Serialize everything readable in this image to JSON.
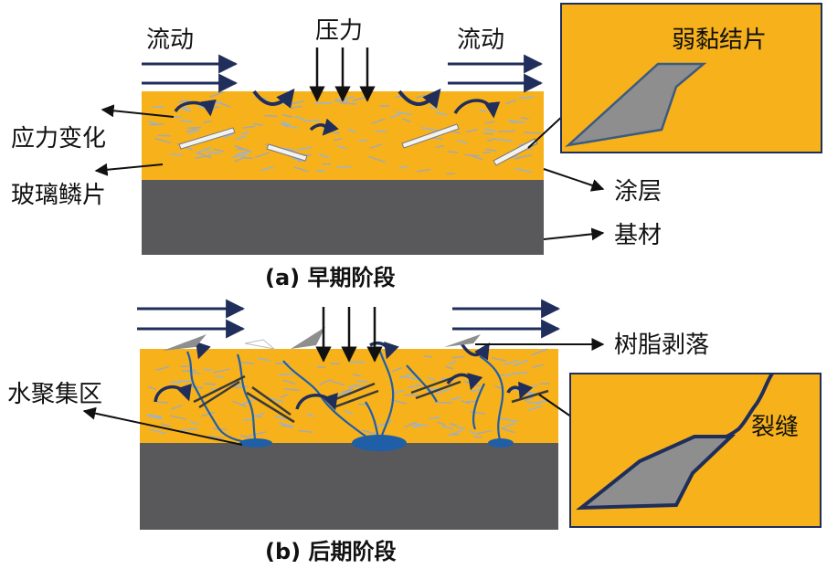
{
  "panel_a": {
    "flow_left": "流动",
    "pressure": "压力",
    "flow_right": "流动",
    "stress_change": "应力变化",
    "glass_flake": "玻璃鳞片",
    "coating": "涂层",
    "substrate": "基材",
    "inset_label": "弱黏结片",
    "caption": "(a) 早期阶段"
  },
  "panel_b": {
    "resin_peel": "树脂剥落",
    "water_zone": "水聚集区",
    "inset_label": "裂缝",
    "caption": "(b) 后期阶段"
  },
  "colors": {
    "coating": "#f7b21b",
    "substrate": "#59595b",
    "arrow_navy": "#1f2e5a",
    "crack_blue": "#1f5fa8",
    "flake": "#a9a9a9",
    "flake_dash": "#9fb3c8"
  }
}
